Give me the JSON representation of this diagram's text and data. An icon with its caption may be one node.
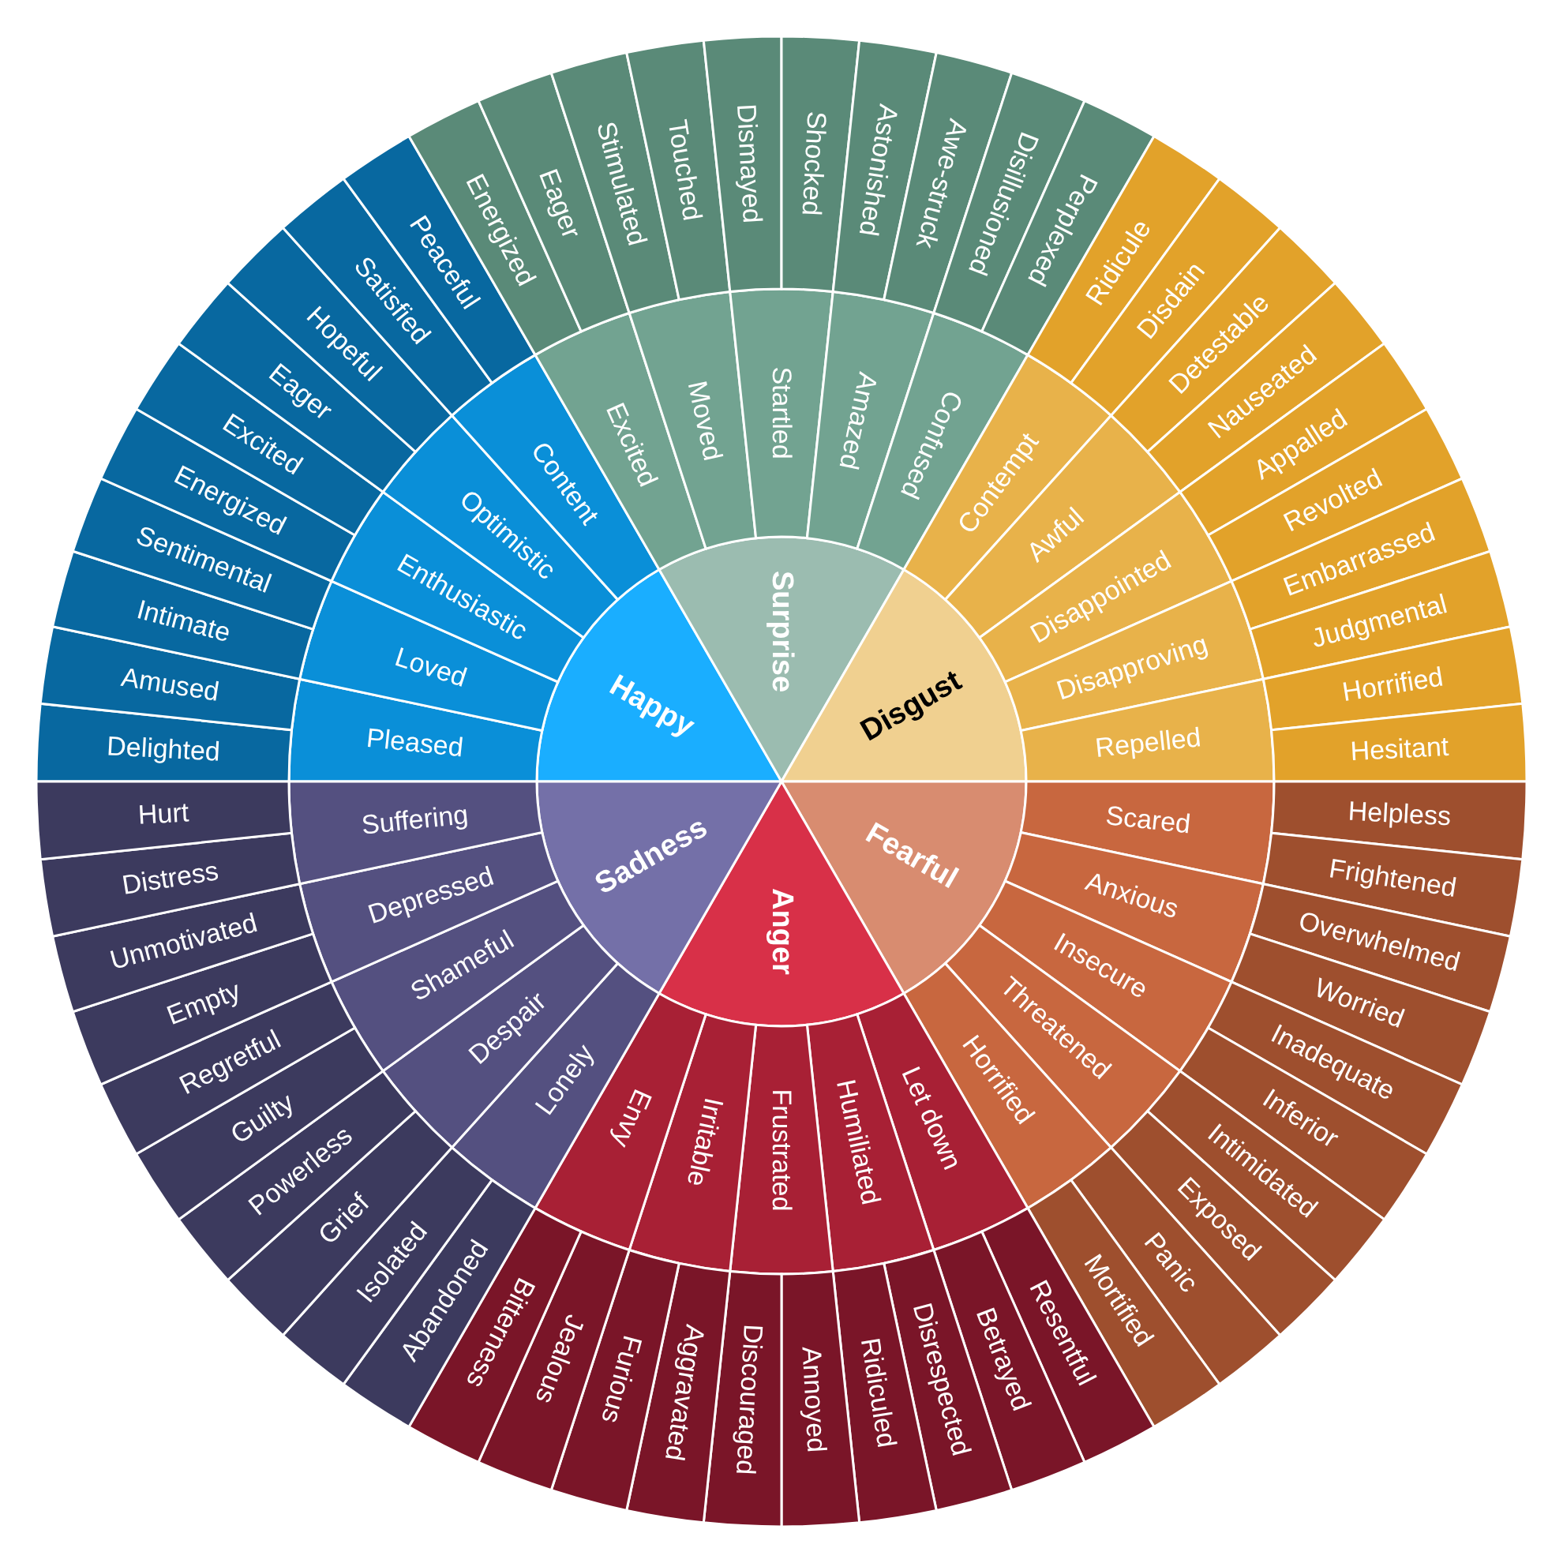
{
  "diagram": {
    "nodes": [
      {
        "text": [
          "Happy"
        ]
      },
      {
        "text": [
          "Surprise"
        ]
      },
      {
        "text": [
          "Disgust"
        ]
      },
      {
        "text": [
          "Fearful"
        ]
      },
      {
        "text": [
          "Anger"
        ]
      },
      {
        "text": [
          "Sadness"
        ]
      },
      {
        "text": [
          "Pleased"
        ]
      },
      {
        "text": [
          "Loved"
        ]
      },
      {
        "text": [
          "Enthusiastic"
        ]
      },
      {
        "text": [
          "Optimistic"
        ]
      },
      {
        "text": [
          "Content"
        ]
      },
      {
        "text": [
          "Excited"
        ]
      },
      {
        "text": [
          "Moved"
        ]
      },
      {
        "text": [
          "Startled"
        ]
      },
      {
        "text": [
          "Amazed"
        ]
      },
      {
        "text": [
          "Confused"
        ]
      },
      {
        "text": [
          "Contempt"
        ]
      },
      {
        "text": [
          "Awful"
        ]
      },
      {
        "text": [
          "Disappointed"
        ]
      },
      {
        "text": [
          "Disapproving"
        ]
      },
      {
        "text": [
          "Repelled"
        ]
      },
      {
        "text": [
          "Scared"
        ]
      },
      {
        "text": [
          "Anxious"
        ]
      },
      {
        "text": [
          "Insecure"
        ]
      },
      {
        "text": [
          "Threatened"
        ]
      },
      {
        "text": [
          "Horrified"
        ]
      },
      {
        "text": [
          "Let down"
        ]
      },
      {
        "text": [
          "Humiliated"
        ]
      },
      {
        "text": [
          "Frustrated"
        ]
      },
      {
        "text": [
          "Irritable"
        ]
      },
      {
        "text": [
          "Envy"
        ]
      },
      {
        "text": [
          "Lonely"
        ]
      },
      {
        "text": [
          "Despair"
        ]
      },
      {
        "text": [
          "Shameful"
        ]
      },
      {
        "text": [
          "Depressed"
        ]
      },
      {
        "text": [
          "Suffering"
        ]
      },
      {
        "text": [
          "Delighted"
        ]
      },
      {
        "text": [
          "Amused"
        ]
      },
      {
        "text": [
          "Intimate"
        ]
      },
      {
        "text": [
          "Sentimental"
        ]
      },
      {
        "text": [
          "Energized"
        ]
      },
      {
        "text": [
          "Excited"
        ]
      },
      {
        "text": [
          "Eager"
        ]
      },
      {
        "text": [
          "Hopeful"
        ]
      },
      {
        "text": [
          "Satisfied"
        ]
      },
      {
        "text": [
          "Peaceful"
        ]
      },
      {
        "text": [
          "Energized"
        ]
      },
      {
        "text": [
          "Eager"
        ]
      },
      {
        "text": [
          "Stimulated"
        ]
      },
      {
        "text": [
          "Touched"
        ]
      },
      {
        "text": [
          "Dismayed"
        ]
      },
      {
        "text": [
          "Shocked"
        ]
      },
      {
        "text": [
          "Astonished"
        ]
      },
      {
        "text": [
          "Awe-struck"
        ]
      },
      {
        "text": [
          "Disillusioned"
        ]
      },
      {
        "text": [
          "Perplexed"
        ]
      },
      {
        "text": [
          "Ridicule"
        ]
      },
      {
        "text": [
          "Disdain"
        ]
      },
      {
        "text": [
          "Detestable"
        ]
      },
      {
        "text": [
          "Nauseated"
        ]
      },
      {
        "text": [
          "Appalled"
        ]
      },
      {
        "text": [
          "Revolted"
        ]
      },
      {
        "text": [
          "Embarrassed"
        ]
      },
      {
        "text": [
          "Judgmental"
        ]
      },
      {
        "text": [
          "Horrified"
        ]
      },
      {
        "text": [
          "Hesitant"
        ]
      },
      {
        "text": [
          "Helpless"
        ]
      },
      {
        "text": [
          "Frightened"
        ]
      },
      {
        "text": [
          "Overwhelmed"
        ]
      },
      {
        "text": [
          "Worried"
        ]
      },
      {
        "text": [
          "Inadequate"
        ]
      },
      {
        "text": [
          "Inferior"
        ]
      },
      {
        "text": [
          "Intimidated"
        ]
      },
      {
        "text": [
          "Exposed"
        ]
      },
      {
        "text": [
          "Panic"
        ]
      },
      {
        "text": [
          "Mortified"
        ]
      },
      {
        "text": [
          "Resentful"
        ]
      },
      {
        "text": [
          "Betrayed"
        ]
      },
      {
        "text": [
          "Disrespected"
        ]
      },
      {
        "text": [
          "Ridiculed"
        ]
      },
      {
        "text": [
          "Annoyed"
        ]
      },
      {
        "text": [
          "Discouraged"
        ]
      },
      {
        "text": [
          "Aggravated"
        ]
      },
      {
        "text": [
          "Furious"
        ]
      },
      {
        "text": [
          "Jealous"
        ]
      },
      {
        "text": [
          "Bitterness"
        ]
      },
      {
        "text": [
          "Abandoned"
        ]
      },
      {
        "text": [
          "Isolated"
        ]
      },
      {
        "text": [
          "Grief"
        ]
      },
      {
        "text": [
          "Powerless"
        ]
      },
      {
        "text": [
          "Guilty"
        ]
      },
      {
        "text": [
          "Regretful"
        ]
      },
      {
        "text": [
          "Empty"
        ]
      },
      {
        "text": [
          "Unmotivated"
        ]
      },
      {
        "text": [
          "Distress"
        ]
      },
      {
        "text": [
          "Hurt"
        ]
      }
    ]
  }
}
